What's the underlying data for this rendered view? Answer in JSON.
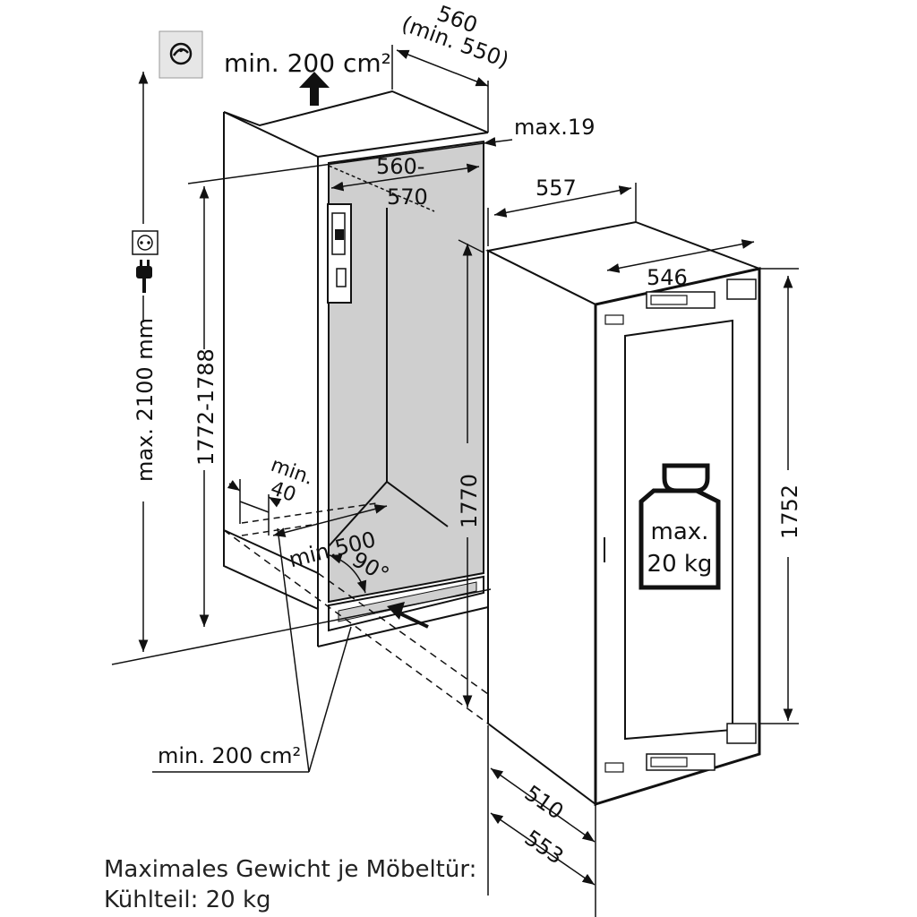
{
  "labels": {
    "top_vent": "min. 200 cm²",
    "niche_width_top": "560",
    "niche_width_top_min": "(min. 550)",
    "max_offset": "max.19",
    "inner_width_line1": "560-",
    "inner_width_line2": "570",
    "appliance_depth_top": "557",
    "appliance_width": "546",
    "max_height": "max. 2100 mm",
    "niche_height": "1772-1788",
    "inner_height": "1770",
    "appliance_height": "1752",
    "min_40_line1": "min.",
    "min_40_line2": "40",
    "min_500": "min.500",
    "angle": "90°",
    "bottom_vent": "min. 200 cm²",
    "depth_510": "510",
    "depth_553": "553",
    "weight_line1": "max.",
    "weight_line2": "20 kg"
  },
  "caption": {
    "line1": "Maximales Gewicht je Möbeltür:",
    "line2": "Kühlteil: 20 kg"
  },
  "icons": [
    "ventilation-icon",
    "power-socket-icon",
    "plug-icon",
    "weight-icon",
    "airflow-arrow-icon"
  ],
  "colors": {
    "line": "#111111",
    "niche_fill": "#cfcfcf",
    "background": "#ffffff"
  }
}
